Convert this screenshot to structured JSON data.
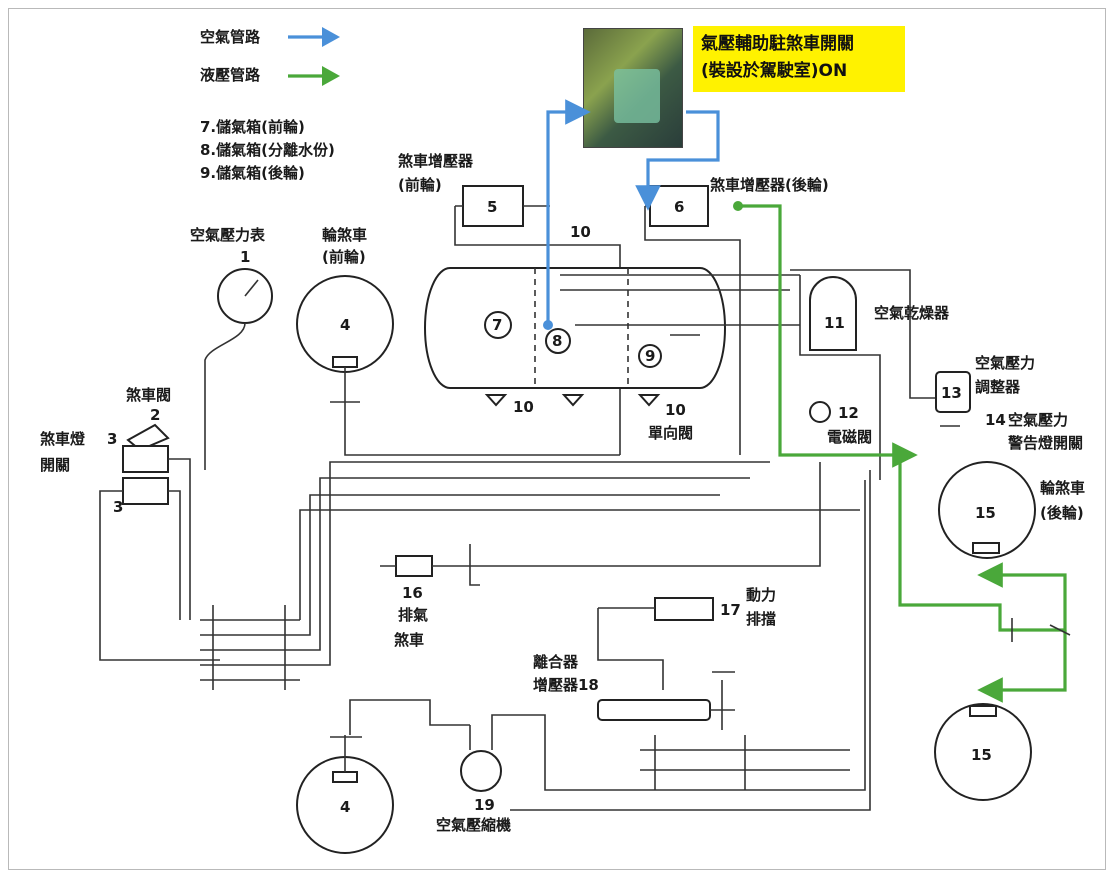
{
  "legend": {
    "air_label": "空氣管路",
    "hydraulic_label": "液壓管路",
    "air_color": "#4a90d9",
    "hydraulic_color": "#4aa83a",
    "tank_notes": [
      "7.儲氣箱(前輪)",
      "8.儲氣箱(分離水份)",
      "9.儲氣箱(後輪)"
    ]
  },
  "callout": {
    "line1": "氣壓輔助駐煞車開關",
    "line2": "(裝設於駕駛室)ON",
    "background": "#fff200"
  },
  "labels": {
    "gauge": "空氣壓力表",
    "gauge_num": "1",
    "front_wheel_brake": "輪煞車",
    "front_wheel_brake_sub": "(前輪)",
    "brake_valve": "煞車閥",
    "brake_valve_num": "2",
    "brake_light_switch_a": "煞車燈",
    "brake_light_switch_b": "開關",
    "brake_light_num_a": "3",
    "brake_light_num_b": "3",
    "booster_front_a": "煞車增壓器",
    "booster_front_b": "(前輪)",
    "booster_front_num": "5",
    "booster_rear": "煞車增壓器(後輪)",
    "booster_rear_num": "6",
    "check_valve_num_top": "10",
    "check_valve_num_left": "10",
    "check_valve_num_right": "10",
    "check_valve": "單向閥",
    "tank7": "7",
    "tank8": "8",
    "tank9": "9",
    "dryer_num": "11",
    "dryer": "空氣乾燥器",
    "solenoid_num": "12",
    "solenoid": "電磁閥",
    "regulator_num": "13",
    "regulator_a": "空氣壓力",
    "regulator_b": "調整器",
    "warn_switch_num": "14",
    "warn_switch_a": "空氣壓力",
    "warn_switch_b": "警告燈開關",
    "front_wheel_num": "4",
    "front_wheel_num_bottom": "4",
    "rear_wheel_brake": "輪煞車",
    "rear_wheel_brake_sub": "(後輪)",
    "rear_wheel_num_top": "15",
    "rear_wheel_num_bottom": "15",
    "exhaust_num": "16",
    "exhaust_a": "排氣",
    "exhaust_b": "煞車",
    "power_num": "17",
    "power_a": "動力",
    "power_b": "排擋",
    "clutch_a": "離合器",
    "clutch_b": "增壓器18",
    "compressor_num": "19",
    "compressor": "空氣壓縮機"
  }
}
